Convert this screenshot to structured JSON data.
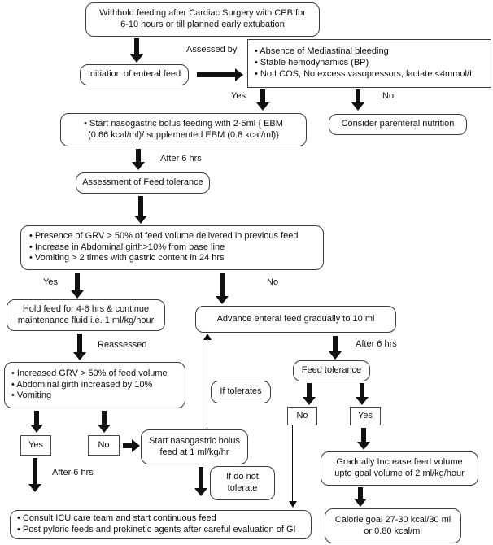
{
  "colors": {
    "background": "#ffffff",
    "box_border": "#3c3c3c",
    "arrow": "#111111",
    "text": "#111111"
  },
  "nodes": {
    "withhold": {
      "l1": "Withhold feeding after Cardiac Surgery with CPB for",
      "l2": "6-10 hours or till planned early extubation"
    },
    "initiation": {
      "text": "Initiation of enteral feed"
    },
    "readiness_criteria": {
      "b1": "• Absence of Mediastinal bleeding",
      "b2": "• Stable hemodynamics (BP)",
      "b3": "• No LCOS, No excess vasopressors, lactate <4mmol/L"
    },
    "parenteral": {
      "text": "Consider parenteral nutrition"
    },
    "start_bolus_feeding": {
      "l1": "• Start nasogastric bolus feeding  with 2-5ml { EBM",
      "l2": "(0.66 kcal/ml)/ supplemented EBM (0.8 kcal/ml)}"
    },
    "assessment": {
      "text": "Assessment of Feed tolerance"
    },
    "intolerance_criteria": {
      "b1": "• Presence of GRV > 50% of feed volume delivered in previous feed",
      "b2": "• Increase in Abdominal girth>10% from base line",
      "b3": "• Vomiting > 2 times with gastric content in 24 hrs"
    },
    "hold_feed": {
      "l1": "Hold feed for 4-6 hrs & continue",
      "l2": "maintenance fluid i.e. 1 ml/kg/hour"
    },
    "reassess_criteria": {
      "b1": "• Increased GRV > 50% of feed volume",
      "b2": "• Abdominal girth increased by 10%",
      "b3": "• Vomiting"
    },
    "restart_bolus": {
      "l1": "Start nasogastric bolus",
      "l2": "feed at 1 ml/kg/hr"
    },
    "consult_icu": {
      "b1": "• Consult ICU care team and start continuous feed",
      "b2": "• Post pyloric feeds and prokinetic agents after careful evaluation of GI"
    },
    "advance_feed": {
      "text": "Advance enteral feed gradually to 10 ml"
    },
    "feed_tolerance": {
      "text": "Feed tolerance"
    },
    "gradually_increase": {
      "l1": "Gradually Increase feed volume",
      "l2": "upto goal volume of 2 ml/kg/hour"
    },
    "calorie_goal": {
      "l1": "Calorie goal 27-30 kcal/30 ml",
      "l2": "or 0.80 kcal/ml"
    }
  },
  "labels": {
    "assessed_by": "Assessed by",
    "yes": "Yes",
    "no": "No",
    "after_6_hrs": "After 6 hrs",
    "reassessed": "Reassessed",
    "if_tolerates": "If tolerates",
    "if_do_not_tolerate": {
      "l1": "If do not",
      "l2": "tolerate"
    }
  }
}
